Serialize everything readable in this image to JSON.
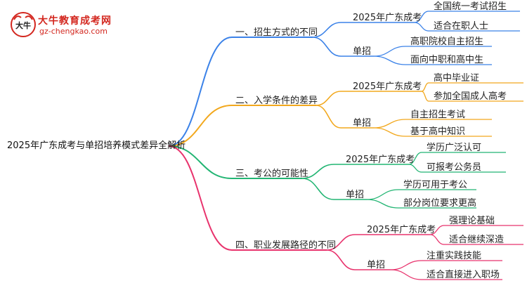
{
  "logo": {
    "mark_text": "大牛",
    "title": "大牛教育成考网",
    "url": "gz-chengkao.com",
    "color": "#d3271f"
  },
  "mindmap": {
    "root": "2025年广东成考与单招培养模式差异全解析",
    "branches": [
      {
        "label": "一、招生方式的不同",
        "color": "#3b82e8",
        "children": [
          {
            "label": "2025年广东成考",
            "leaves": [
              "全国统一考试招生",
              "适合在职人士"
            ]
          },
          {
            "label": "单招",
            "leaves": [
              "高职院校自主招生",
              "面向中职和高中生"
            ]
          }
        ]
      },
      {
        "label": "二、入学条件的差异",
        "color": "#f2a81d",
        "children": [
          {
            "label": "2025年广东成考",
            "leaves": [
              "高中毕业证",
              "参加全国成人高考"
            ]
          },
          {
            "label": "单招",
            "leaves": [
              "自主招生考试",
              "基于高中知识"
            ]
          }
        ]
      },
      {
        "label": "三、考公的可能性",
        "color": "#22b573",
        "children": [
          {
            "label": "2025年广东成考",
            "leaves": [
              "学历广泛认可",
              "可报考公务员"
            ]
          },
          {
            "label": "单招",
            "leaves": [
              "学历可用于考公",
              "部分岗位要求更高"
            ]
          }
        ]
      },
      {
        "label": "四、职业发展路径的不同",
        "color": "#e8336d",
        "children": [
          {
            "label": "2025年广东成考",
            "leaves": [
              "强理论基础",
              "适合继续深造"
            ]
          },
          {
            "label": "单招",
            "leaves": [
              "注重实践技能",
              "适合直接进入职场"
            ]
          }
        ]
      }
    ]
  }
}
